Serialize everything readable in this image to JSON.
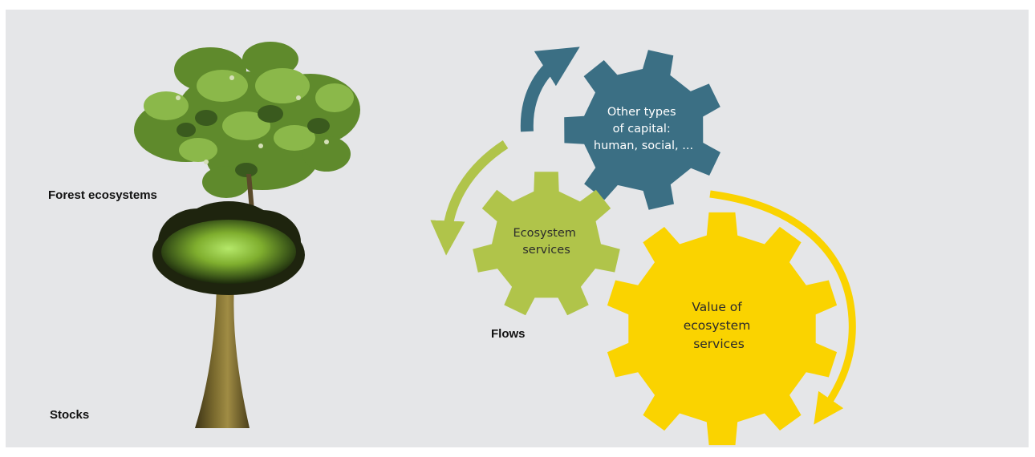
{
  "labels": {
    "forest": "Forest ecosystems",
    "stocks": "Stocks",
    "flows": "Flows"
  },
  "gears": {
    "other": {
      "lines": [
        "Other types",
        "of capital:",
        "human, social, ..."
      ]
    },
    "ecosystem": {
      "lines": [
        "Ecosystem",
        "services"
      ]
    },
    "value": {
      "lines": [
        "Value of",
        "ecosystem",
        "services"
      ]
    }
  },
  "colors": {
    "background": "#e5e6e8",
    "other_gear": "#3b6f84",
    "ecosystem_gear": "#b0c44a",
    "value_gear": "#fad300",
    "arrow_teal": "#3b6f84",
    "arrow_green": "#b0c44a",
    "arrow_yellow": "#fad300"
  },
  "icons": {
    "bush": "bush-icon",
    "tree": "tree-icon"
  }
}
